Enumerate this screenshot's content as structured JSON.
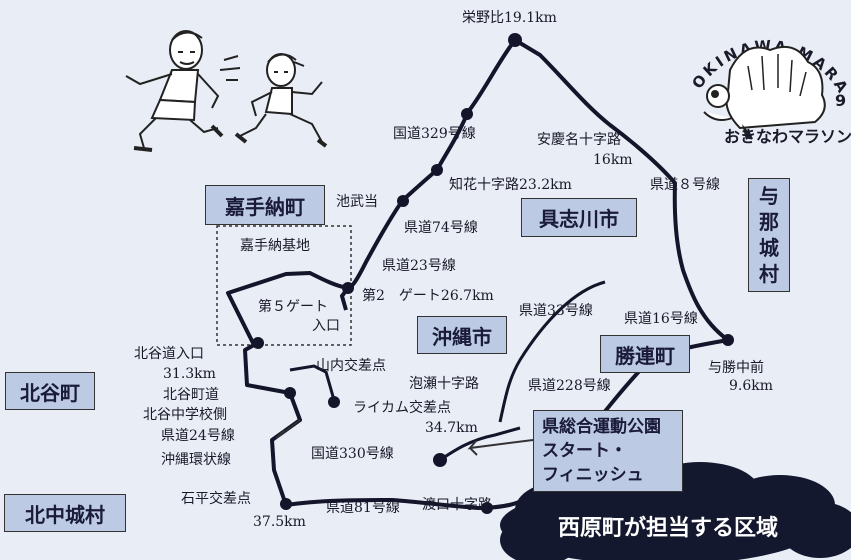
{
  "colors": {
    "background": "#e9edf5",
    "area_box": "#bccbe3",
    "route": "#14142a",
    "cloud": "#14182e",
    "cloud_text": "#ffffff"
  },
  "areas": {
    "kadena": "嘉手納町",
    "gushikawa": "具志川市",
    "okinawa": "沖縄市",
    "katsuren": "勝連町",
    "chatan": "北谷町",
    "kitanakagusuku": "北中城村",
    "yonashiro_chars": [
      "与",
      "那",
      "城",
      "村"
    ]
  },
  "labels": {
    "eino": "栄野比19.1km",
    "r329": "国道329号線",
    "agena": "安慶名十字路",
    "agena_km": "16km",
    "chibana": "知花十字路23.2km",
    "pref8": "県道８号線",
    "iketake": "池武当",
    "pref74": "県道74号線",
    "kadena_base": "嘉手納基地",
    "pref23": "県道23号線",
    "gate5": "第５ゲート",
    "gate5_entry": "入口",
    "gate2": "第2　ゲート26.7km",
    "pref33": "県道33号線",
    "pref16": "県道16号線",
    "yokatsu": "与勝中前",
    "yokatsu_km": "9.6km",
    "chatan_entry": "北谷道入口",
    "chatan_entry_km": "31.3km",
    "yamauchi": "山内交差点",
    "awase": "泡瀬十字路",
    "pref228": "県道228号線",
    "chatan_road": "北谷町道",
    "chatan_school": "北谷中学校側",
    "pref24": "県道24号線",
    "ring": "沖縄環状線",
    "raikamu": "ライカム交差点",
    "raikamu_km": "34.7km",
    "r330": "国道330号線",
    "ishihira": "石平交差点",
    "ishihira_km": "37.5km",
    "pref81": "県道81号線",
    "toguchi": "渡口十字路"
  },
  "park": {
    "line1": "県総合運動公園",
    "line2": "スタート・",
    "line3": "フィニッシュ"
  },
  "cloud": {
    "text": "西原町が担当する区域"
  },
  "logo": {
    "arc_text": "OKINAWA MARATHON",
    "number": "9",
    "mascot_caption": "おきなわマラソン"
  },
  "icons": [
    "runner-man-illustration",
    "runner-woman-illustration",
    "mascot-logo-illustration",
    "route-marker-dot"
  ]
}
